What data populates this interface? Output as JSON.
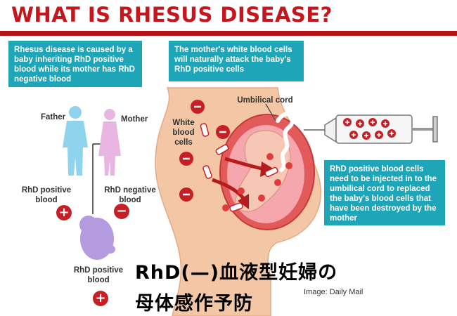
{
  "title": "WHAT IS RHESUS DISEASE?",
  "boxes": {
    "intro": "Rhesus disease is caused by a baby inheriting RhD positive blood while its mother has RhD negative blood",
    "attack": "The mother's white blood cells will naturally attack the baby's RhD positive cells",
    "injection": "RhD positive blood cells need to be injected in to the umbilical cord to replaced the baby's blood cells that have been destroyed by the mother"
  },
  "labels": {
    "father": "Father",
    "mother": "Mother",
    "father_blood": "RhD positive blood",
    "mother_blood": "RhD negative blood",
    "baby_blood": "RhD positive blood",
    "umbilical_cord": "Umbilical cord",
    "white_cells": "White blood cells"
  },
  "symbols": {
    "plus": "+",
    "minus": "−"
  },
  "caption": {
    "line1": "RhD(—)血液型妊婦の",
    "line2": "母体感作予防"
  },
  "credit": "Image: Daily Mail",
  "colors": {
    "title_red": "#c4161c",
    "info_teal": "#1ea5b8",
    "father_blue": "#8fd3ec",
    "mother_pink": "#e9b6e3",
    "baby_purple": "#b49be0",
    "cell_red": "#c62026",
    "skin": "#f3c7a5"
  }
}
